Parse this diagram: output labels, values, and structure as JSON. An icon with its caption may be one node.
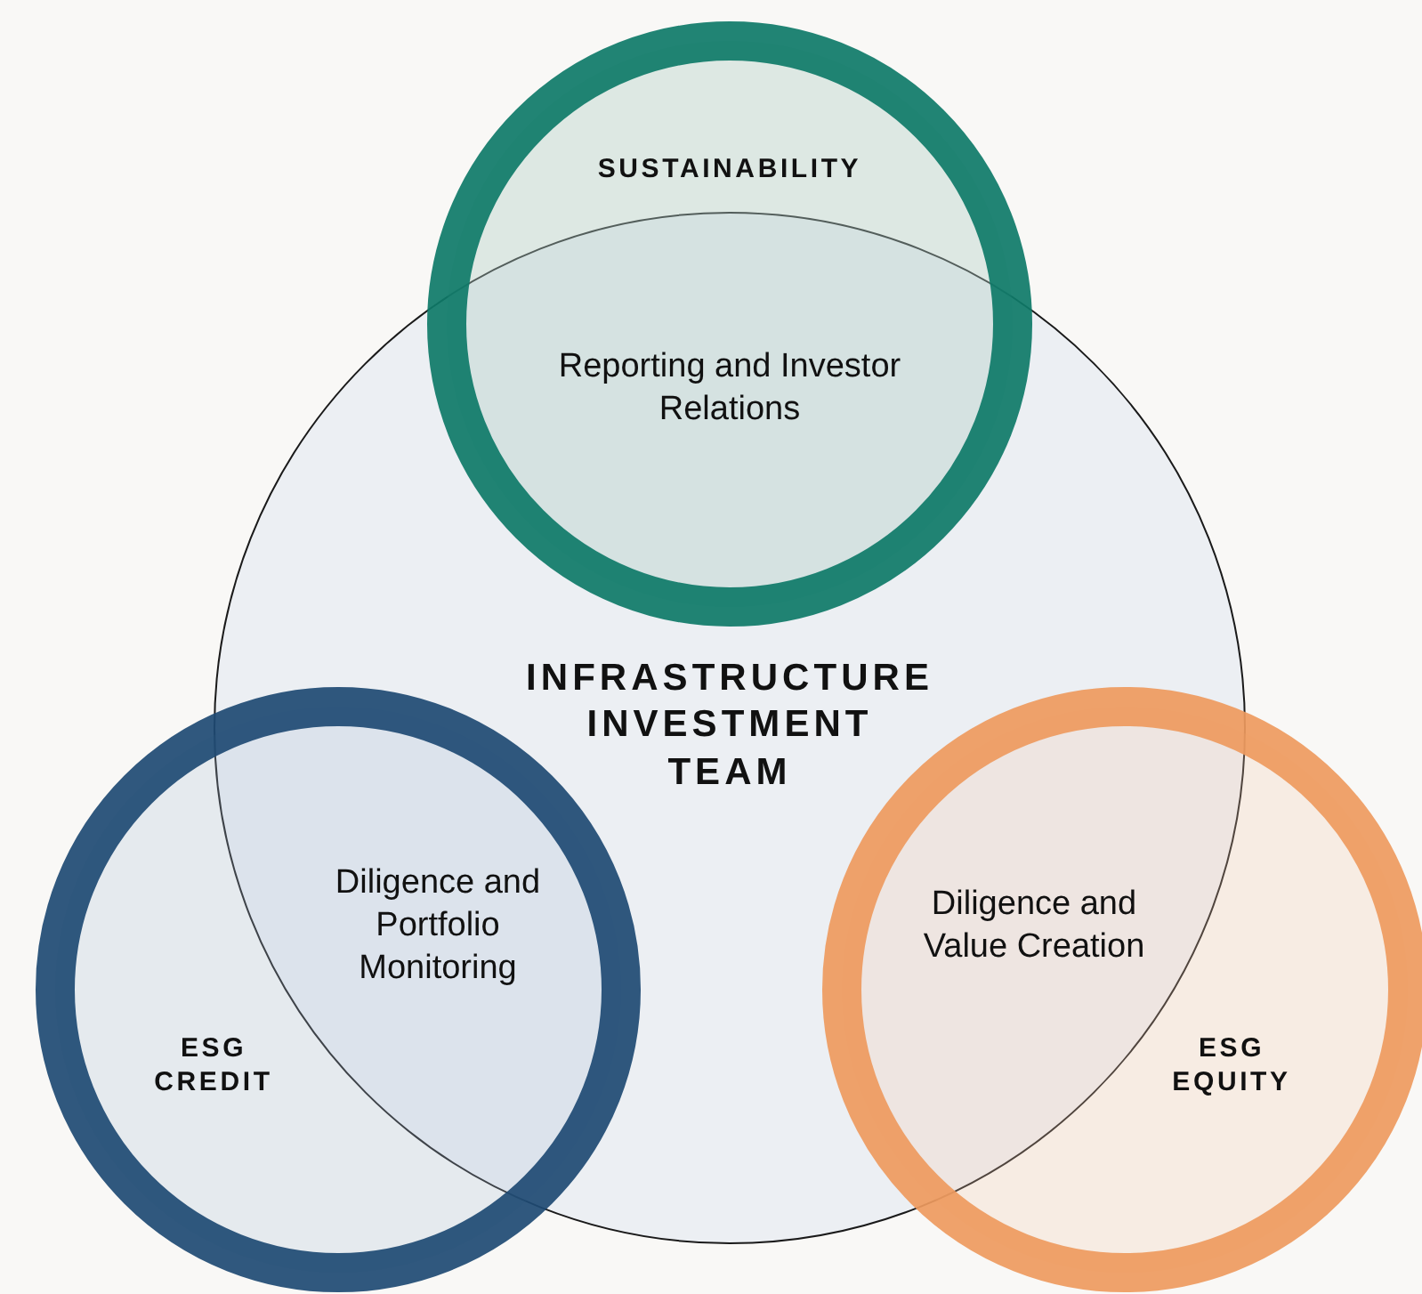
{
  "diagram": {
    "nodes": [
      {
        "text": [
          "INFRASTRUCTURE INVESTMENT TEAM"
        ]
      },
      {
        "text": [
          "SUSTAINABILITY"
        ]
      },
      {
        "text": [
          "ESG CREDIT"
        ]
      },
      {
        "text": [
          "ESG EQUITY"
        ]
      }
    ],
    "labels": [
      "Reporting and Investor Relations",
      "Diligence and Portfolio Monitoring",
      "Diligence and Value Creation"
    ]
  }
}
